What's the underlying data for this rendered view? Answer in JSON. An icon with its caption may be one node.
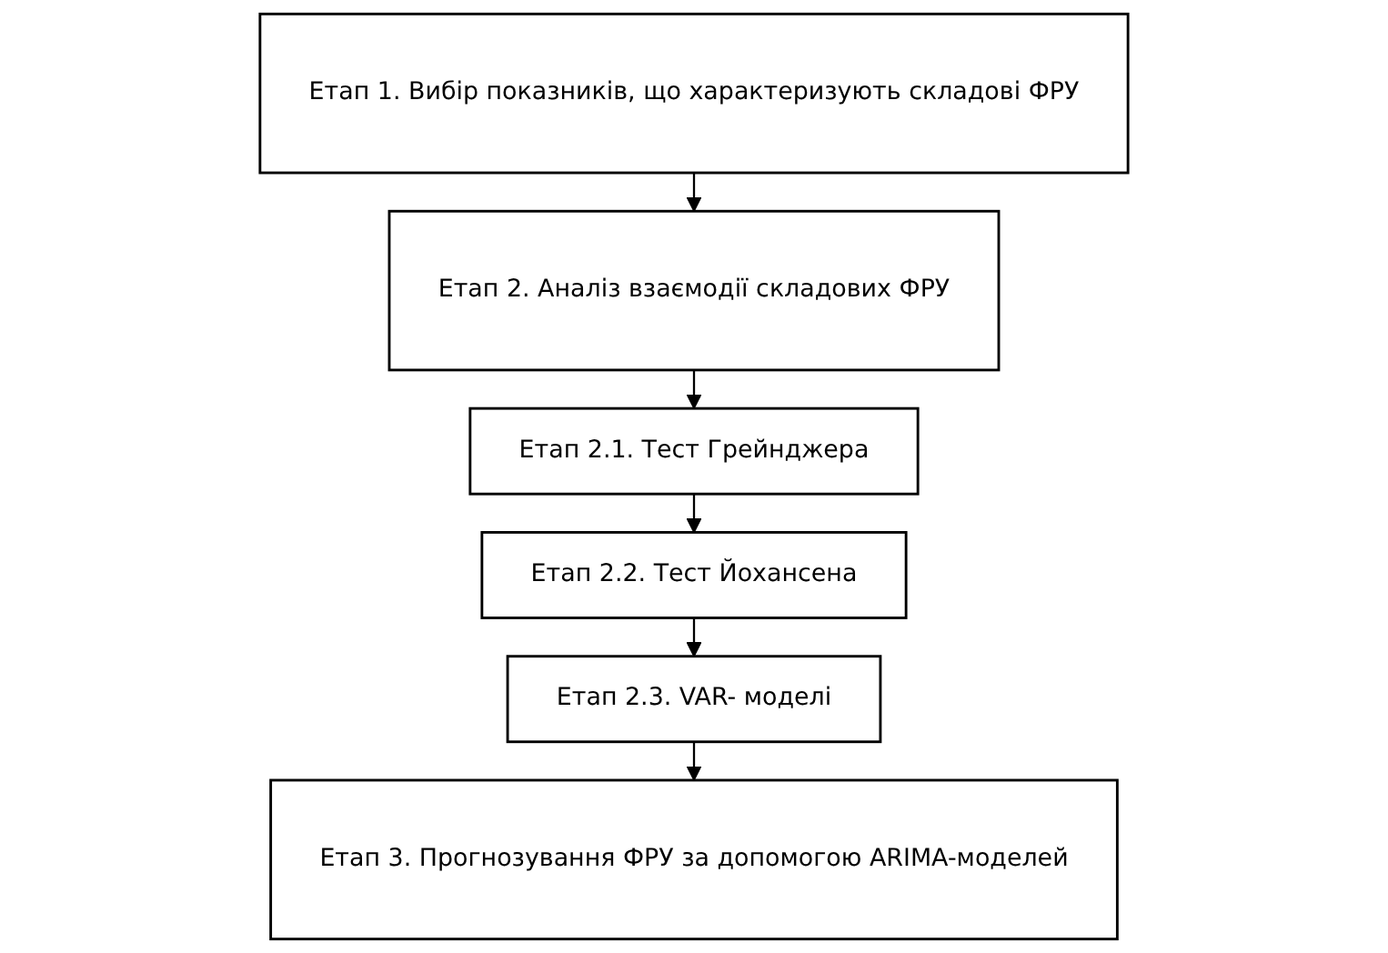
{
  "diagram": {
    "nodes": [
      {
        "text": [
          "Етап 1. Вибір показників, що характеризують складові ФРУ"
        ]
      },
      {
        "text": [
          "Етап 2. Аналіз взаємодії складових ФРУ"
        ]
      },
      {
        "text": [
          "Етап 2.1. Тест Грейнджера"
        ]
      },
      {
        "text": [
          "Етап 2.2. Тест Йохансена"
        ]
      },
      {
        "text": [
          "Етап 2.3. VAR- моделі"
        ]
      },
      {
        "text": [
          "Етап 3. Прогнозування ФРУ за допомогою ARIMA-моделей"
        ]
      }
    ],
    "edges": [
      {
        "from": 0,
        "to": 1,
        "arrow": "to"
      },
      {
        "from": 1,
        "to": 2,
        "arrow": "to"
      },
      {
        "from": 2,
        "to": 3,
        "arrow": "to"
      },
      {
        "from": 3,
        "to": 4,
        "arrow": "to"
      },
      {
        "from": 4,
        "to": 5,
        "arrow": "to"
      }
    ]
  }
}
